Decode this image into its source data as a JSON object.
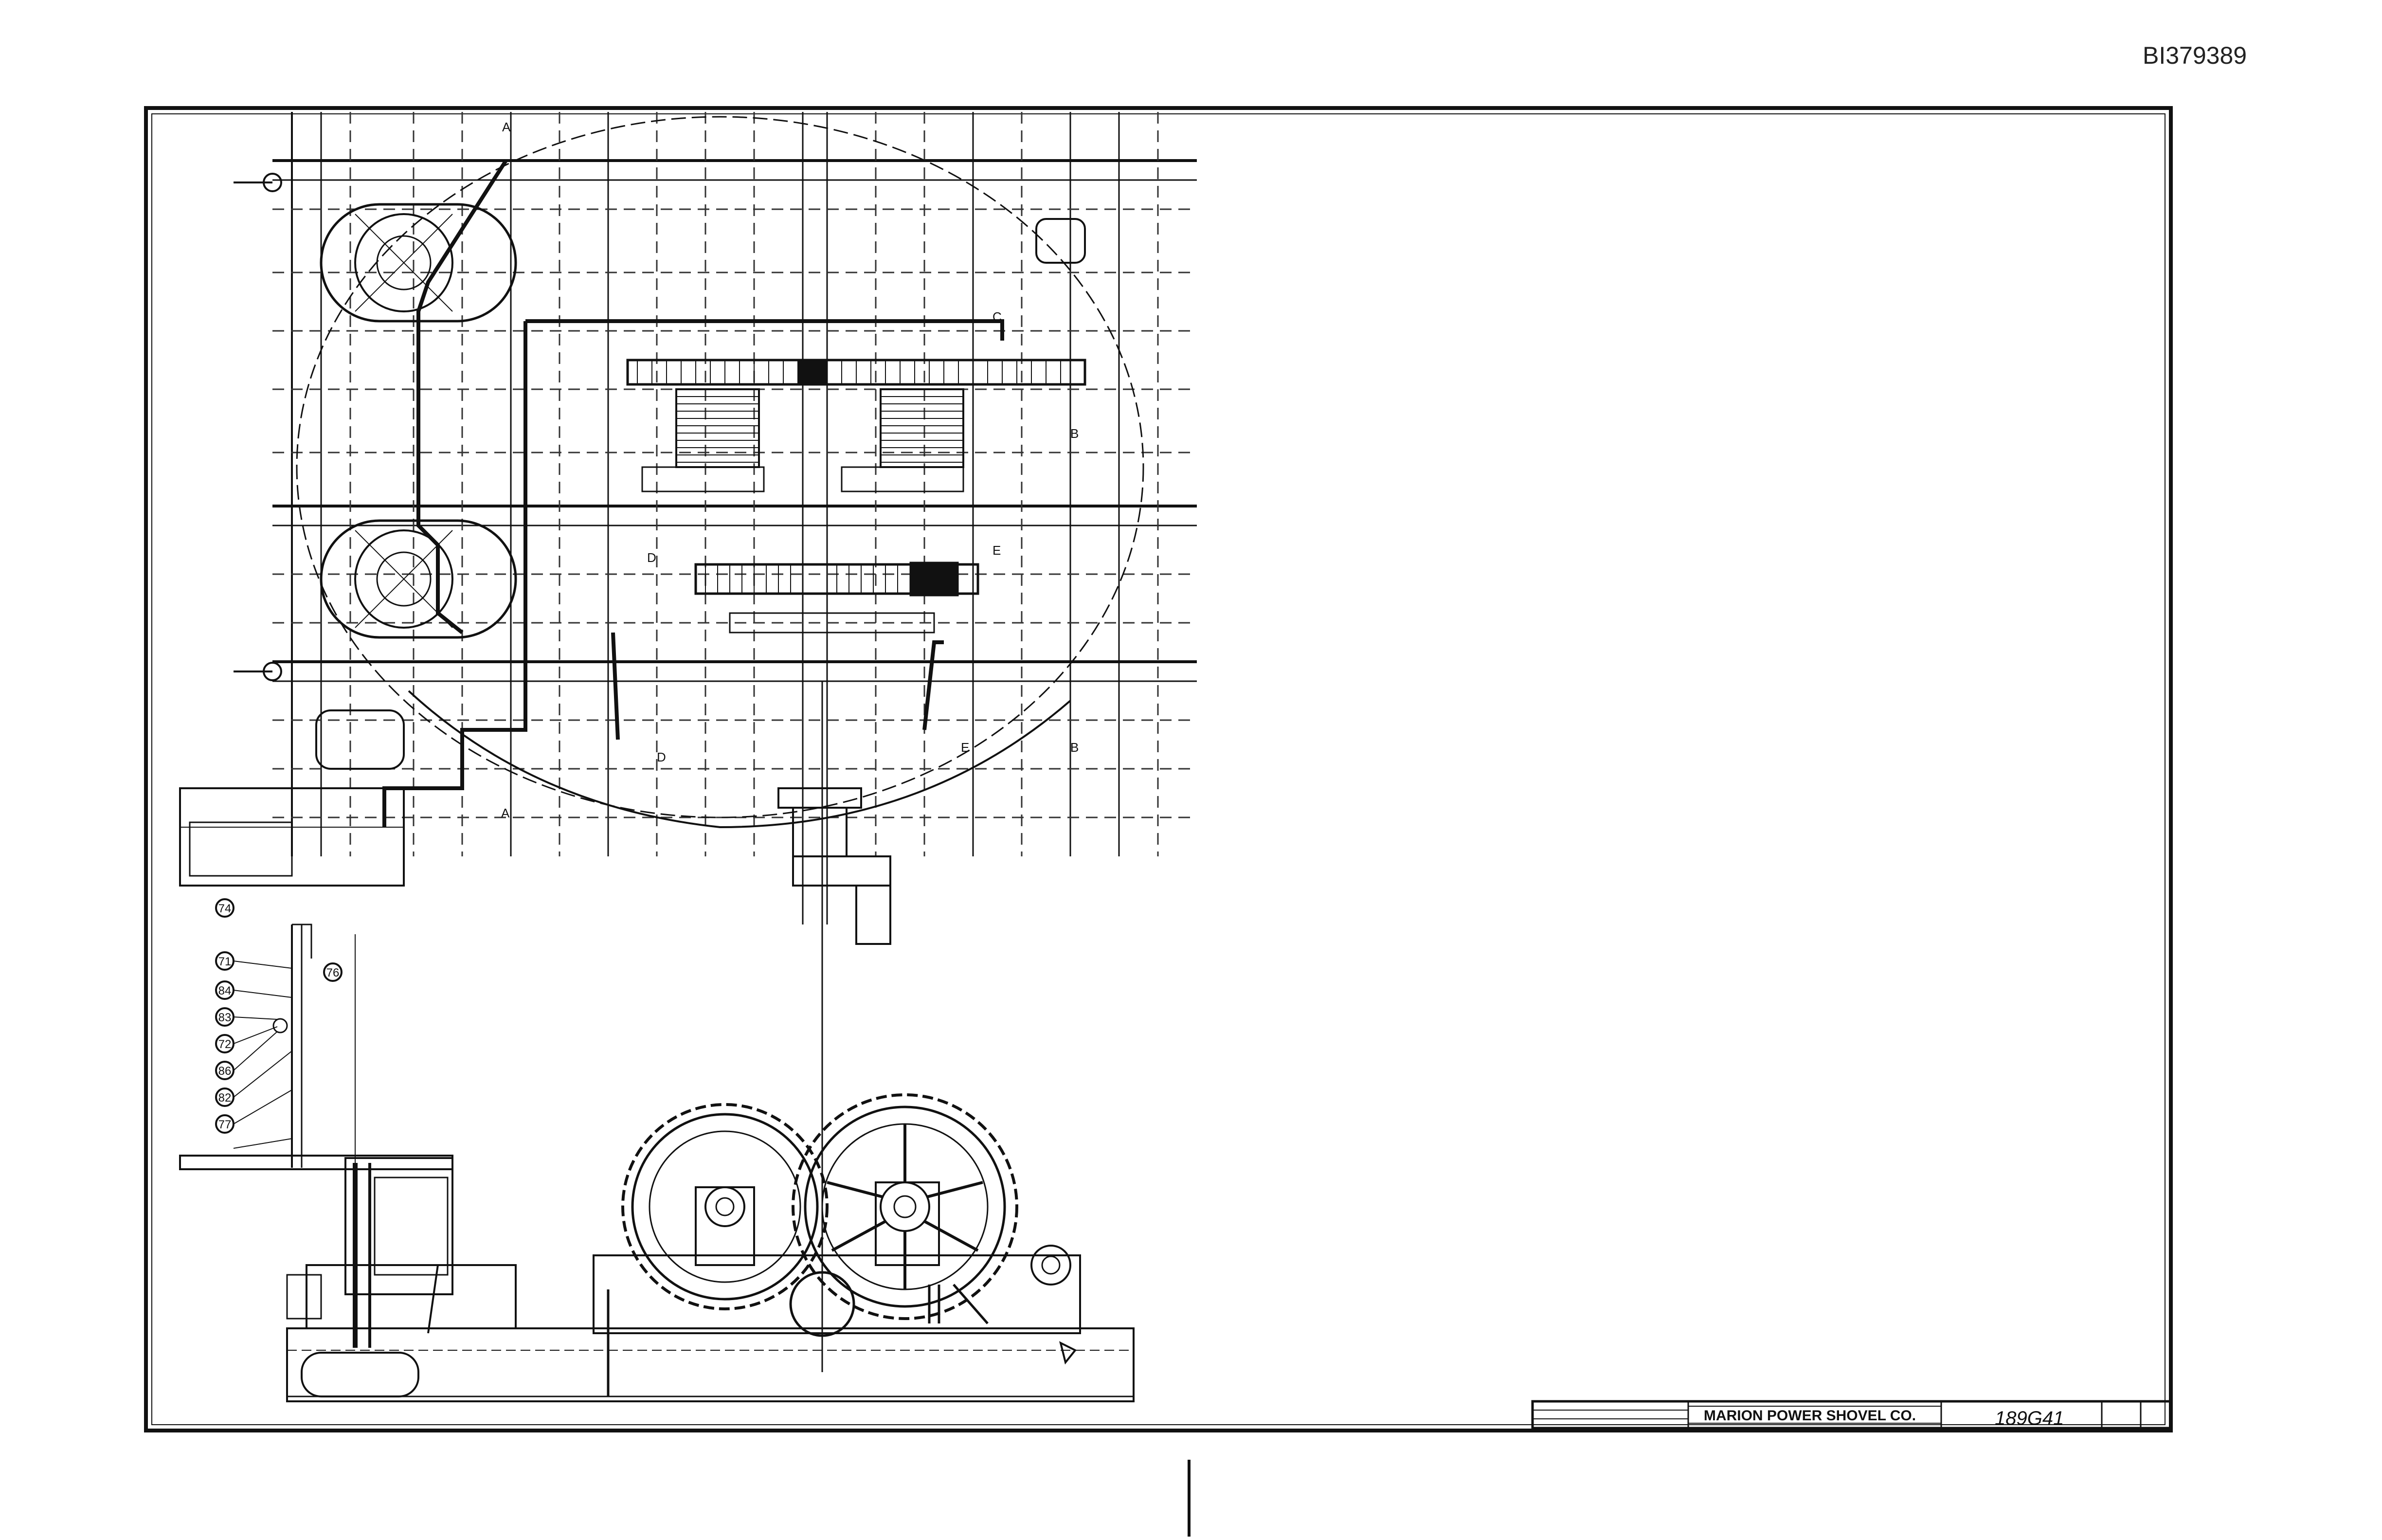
{
  "document": {
    "id": "BI379389"
  },
  "drawing": {
    "section_labels": [
      "A",
      "A",
      "B",
      "B",
      "C",
      "D",
      "D",
      "E",
      "E"
    ],
    "balloons": [
      "74",
      "71",
      "84",
      "83",
      "72",
      "86",
      "82",
      "77",
      "76"
    ]
  },
  "title_block": {
    "company": "MARION POWER SHOVEL CO.",
    "drawing_number": "189G41"
  },
  "colors": {
    "ink": "#111111",
    "paper": "#ffffff",
    "dashed": "#333333"
  }
}
